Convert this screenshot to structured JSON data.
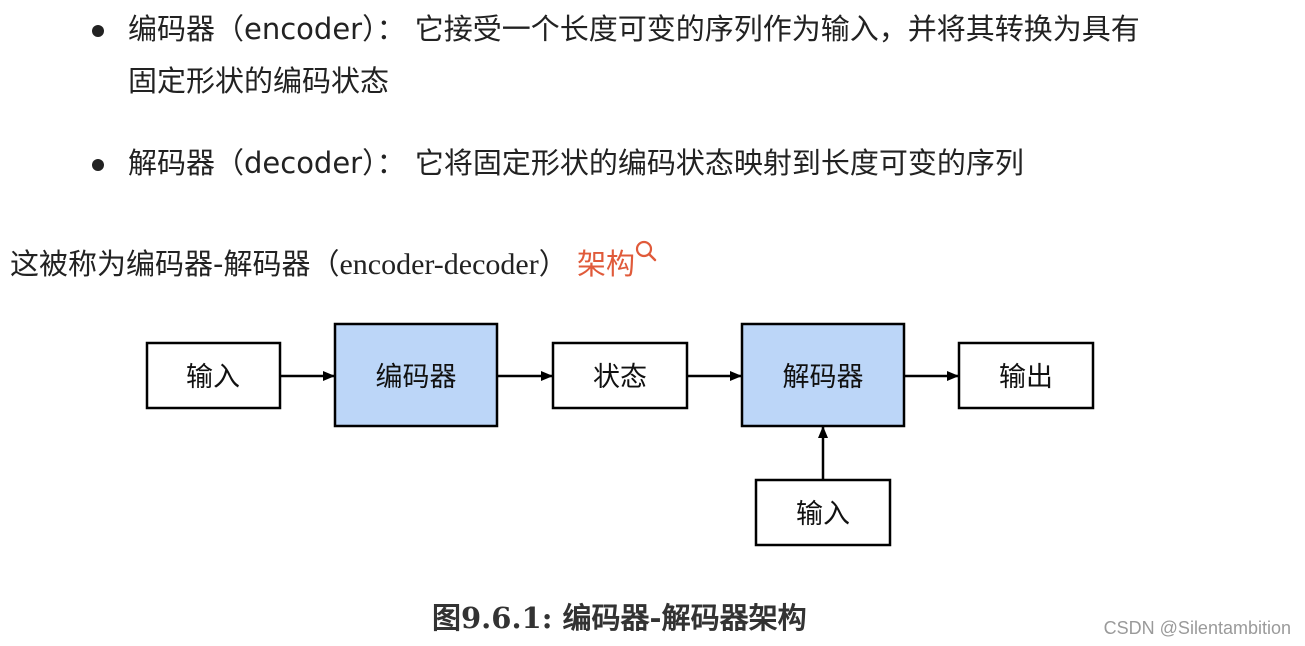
{
  "bullets": [
    {
      "line1": "编码器（encoder）：  它接受一个长度可变的序列作为输入，并将其转换为具有",
      "line2": "固定形状的编码状态"
    },
    {
      "line1": "解码器（decoder）：  它将固定形状的编码状态映射到长度可变的序列"
    }
  ],
  "intro": {
    "prefix": "这被称为编码器-解码器（",
    "english": "encoder-decoder",
    "suffix": "）",
    "link_text": "架构",
    "link_color": "#e05a3a"
  },
  "diagram": {
    "boxes": {
      "input_left": "输入",
      "encoder": "编码器",
      "state": "状态",
      "decoder": "解码器",
      "output": "输出",
      "input_bottom": "输入"
    },
    "colors": {
      "highlight_fill": "#bcd6f8",
      "plain_fill": "#ffffff",
      "stroke": "#000000"
    }
  },
  "caption": "图9.6.1: 编码器-解码器架构",
  "watermark": "CSDN @Silentambition",
  "icons": {
    "search": "search-icon"
  }
}
